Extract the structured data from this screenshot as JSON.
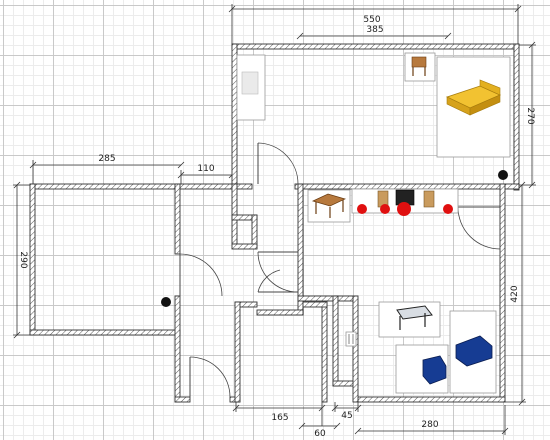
{
  "dimensions": {
    "top_overall": "550",
    "top_upper_room": "385",
    "left_width": "285",
    "left_mid": "110",
    "right_upper_height": "270",
    "left_height": "290",
    "right_lower_height": "420",
    "bottom_165": "165",
    "bottom_60": "60",
    "bottom_45": "45",
    "bottom_280": "280"
  },
  "colors": {
    "wall_line": "#333333",
    "grid_major": "#c9c9c9",
    "grid_minor": "#ececec",
    "marker_red": "#e01010",
    "marker_black": "#111111"
  },
  "icons": [
    "bed-icon",
    "chair-icon",
    "table-icon",
    "shelf-icon",
    "tv-icon",
    "glass-table-icon",
    "sofa-icon",
    "radiator-icon",
    "cabinet-icon"
  ]
}
